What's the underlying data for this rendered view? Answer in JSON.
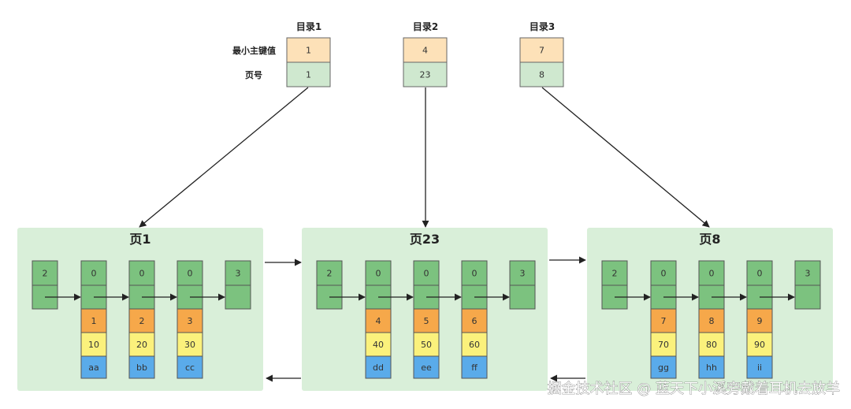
{
  "directory": {
    "row_labels": {
      "min_key": "最小主键值",
      "page_no": "页号"
    },
    "entries": [
      {
        "title": "目录1",
        "min_key": "1",
        "page_no": "1"
      },
      {
        "title": "目录2",
        "min_key": "4",
        "page_no": "23"
      },
      {
        "title": "目录3",
        "min_key": "7",
        "page_no": "8"
      }
    ]
  },
  "pages": [
    {
      "title": "页1",
      "infimum": "2",
      "records": [
        {
          "n_owned": "0",
          "id": "1",
          "num": "10",
          "str": "aa"
        },
        {
          "n_owned": "0",
          "id": "2",
          "num": "20",
          "str": "bb"
        },
        {
          "n_owned": "0",
          "id": "3",
          "num": "30",
          "str": "cc"
        }
      ],
      "supremum": "3"
    },
    {
      "title": "页23",
      "infimum": "2",
      "records": [
        {
          "n_owned": "0",
          "id": "4",
          "num": "40",
          "str": "dd"
        },
        {
          "n_owned": "0",
          "id": "5",
          "num": "50",
          "str": "ee"
        },
        {
          "n_owned": "0",
          "id": "6",
          "num": "60",
          "str": "ff"
        }
      ],
      "supremum": "3"
    },
    {
      "title": "页8",
      "infimum": "2",
      "records": [
        {
          "n_owned": "0",
          "id": "7",
          "num": "70",
          "str": "gg"
        },
        {
          "n_owned": "0",
          "id": "8",
          "num": "80",
          "str": "hh"
        },
        {
          "n_owned": "0",
          "id": "9",
          "num": "90",
          "str": "ii"
        }
      ],
      "supremum": "3"
    }
  ],
  "watermark": "掘金技术社区 @ 蓝天下小溪旁戴着耳机去放羊",
  "colors": {
    "page_bg": "#d9efd9",
    "record_green": "#7cc27f",
    "key_orange": "#f6a84a",
    "num_yellow": "#fbf17c",
    "str_blue": "#5aabea",
    "dir_key": "#fde1b8",
    "dir_page": "#cfe8cf"
  }
}
